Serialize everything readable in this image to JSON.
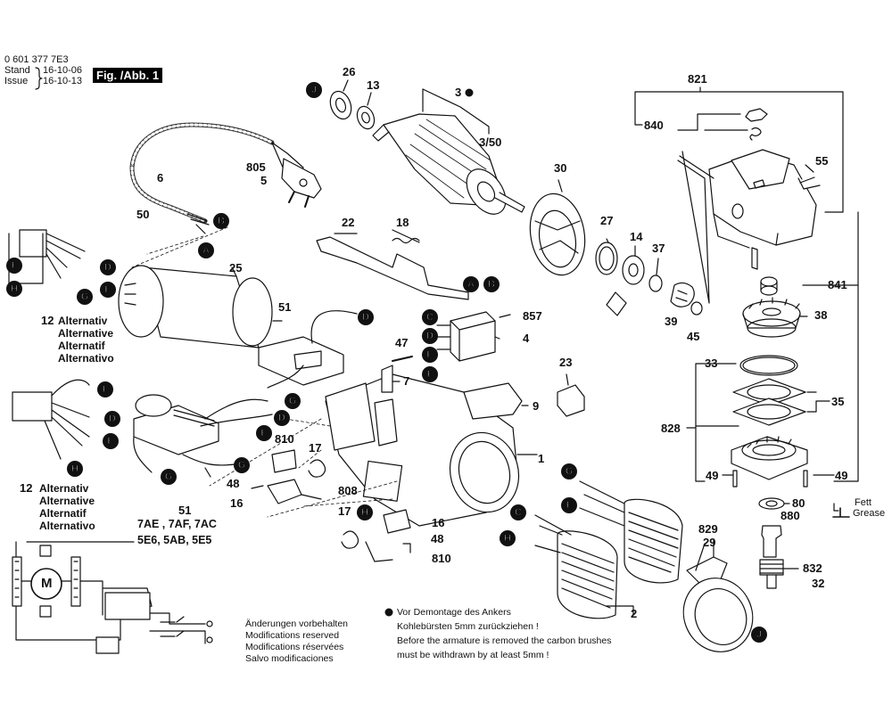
{
  "header": {
    "doc_number": "0 601 377 7E3",
    "stand_label": "Stand",
    "issue_label": "Issue",
    "stand_date": "16-10-06",
    "issue_date": "16-10-13",
    "figure": "Fig. /Abb. 1"
  },
  "callouts": [
    {
      "id": "c26",
      "text": "26"
    },
    {
      "id": "c13",
      "text": "13"
    },
    {
      "id": "c3",
      "text": "3"
    },
    {
      "id": "c350",
      "text": "3/50"
    },
    {
      "id": "c30",
      "text": "30"
    },
    {
      "id": "c821",
      "text": "821"
    },
    {
      "id": "c840",
      "text": "840"
    },
    {
      "id": "c55",
      "text": "55"
    },
    {
      "id": "c805",
      "text": "805"
    },
    {
      "id": "c5",
      "text": "5"
    },
    {
      "id": "c6",
      "text": "6"
    },
    {
      "id": "c50",
      "text": "50"
    },
    {
      "id": "c22",
      "text": "22"
    },
    {
      "id": "c18",
      "text": "18"
    },
    {
      "id": "c27",
      "text": "27"
    },
    {
      "id": "c14",
      "text": "14"
    },
    {
      "id": "c37",
      "text": "37"
    },
    {
      "id": "c25",
      "text": "25"
    },
    {
      "id": "c841",
      "text": "841"
    },
    {
      "id": "c51a",
      "text": "51"
    },
    {
      "id": "c857",
      "text": "857"
    },
    {
      "id": "c4",
      "text": "4"
    },
    {
      "id": "c39",
      "text": "39"
    },
    {
      "id": "c45",
      "text": "45"
    },
    {
      "id": "c38",
      "text": "38"
    },
    {
      "id": "c47",
      "text": "47"
    },
    {
      "id": "c7",
      "text": "7"
    },
    {
      "id": "c23",
      "text": "23"
    },
    {
      "id": "c33",
      "text": "33"
    },
    {
      "id": "c35",
      "text": "35"
    },
    {
      "id": "c9",
      "text": "9"
    },
    {
      "id": "c828",
      "text": "828"
    },
    {
      "id": "c810a",
      "text": "810"
    },
    {
      "id": "c17a",
      "text": "17"
    },
    {
      "id": "c1",
      "text": "1"
    },
    {
      "id": "c49a",
      "text": "49"
    },
    {
      "id": "c49b",
      "text": "49"
    },
    {
      "id": "c48a",
      "text": "48"
    },
    {
      "id": "c16a",
      "text": "16"
    },
    {
      "id": "c808",
      "text": "808"
    },
    {
      "id": "c51b",
      "text": "51"
    },
    {
      "id": "c80",
      "text": "80"
    },
    {
      "id": "c880",
      "text": "880"
    },
    {
      "id": "c17b",
      "text": "17"
    },
    {
      "id": "c16b",
      "text": "16"
    },
    {
      "id": "c48b",
      "text": "48"
    },
    {
      "id": "c810b",
      "text": "810"
    },
    {
      "id": "c829",
      "text": "829"
    },
    {
      "id": "c29",
      "text": "29"
    },
    {
      "id": "c832",
      "text": "832"
    },
    {
      "id": "c32",
      "text": "32"
    },
    {
      "id": "c2",
      "text": "2"
    },
    {
      "id": "c12a",
      "text": "12"
    },
    {
      "id": "c12b",
      "text": "12"
    }
  ],
  "grease": {
    "line1": "Fett",
    "line2": "Grease"
  },
  "alternativ_block": "Alternativ\nAlternative\nAlternatif\nAlternativo",
  "variants": {
    "line1": "7AE , 7AF, 7AC",
    "line2": "5E6, 5AB, 5E5"
  },
  "modifications": "Änderungen vorbehalten\nModifications reserved\nModifications réservées\nSalvo modificaciones",
  "armature_note": {
    "de1": "Vor Demontage des Ankers",
    "de2": "Kohlebürsten 5mm zurückziehen !",
    "en1": "Before the armature is removed the carbon brushes",
    "en2": "must be withdrawn by at least 5mm !"
  },
  "motor_symbol": "M",
  "letters": {
    "A": "A",
    "B": "B",
    "C": "C",
    "D": "D",
    "E": "E",
    "F": "F",
    "G": "G",
    "H": "H",
    "J": "J"
  },
  "colors": {
    "ink": "#111111",
    "badge": "#111111",
    "badge_text": "#ffffff",
    "paper": "#ffffff"
  }
}
